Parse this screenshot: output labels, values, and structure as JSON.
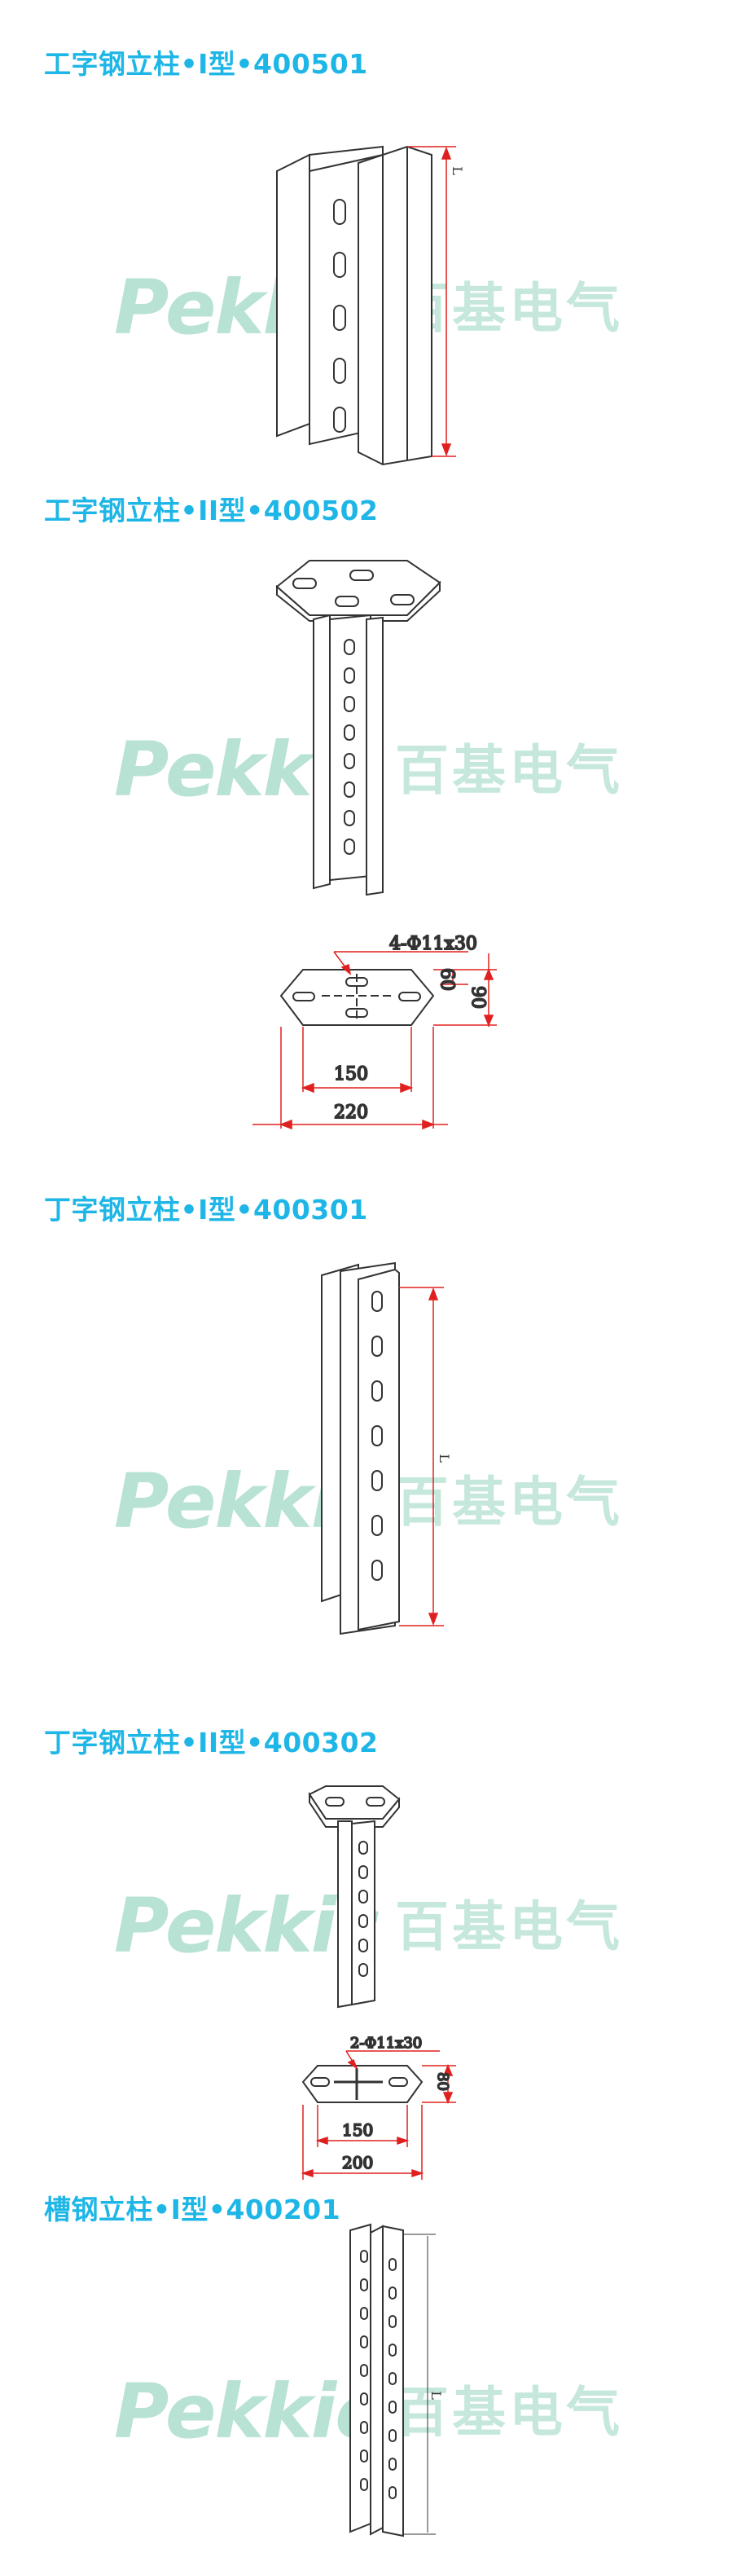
{
  "colors": {
    "title": "#1eb6e6",
    "watermark": "#b7e2d4",
    "dimension": "#e0201f",
    "outline": "#333333"
  },
  "watermark": {
    "logo": "Pekkic",
    "brand_cn": "百基电气"
  },
  "sections": [
    {
      "title": "工字钢立柱•I型•400501",
      "length_label": "L"
    },
    {
      "title": "工字钢立柱•II型•400502",
      "plate": {
        "hole_label": "4-Φ11x30",
        "dim_inner": "150",
        "dim_outer": "220",
        "dim_h1": "60",
        "dim_h2": "90"
      }
    },
    {
      "title": "丁字钢立柱•I型•400301",
      "length_label": "L"
    },
    {
      "title": "丁字钢立柱•II型•400302",
      "plate": {
        "hole_label": "2-Φ11x30",
        "dim_inner": "150",
        "dim_outer": "200",
        "dim_h1": "80"
      }
    },
    {
      "title": "槽钢立柱•I型•400201",
      "length_label": "L"
    }
  ]
}
